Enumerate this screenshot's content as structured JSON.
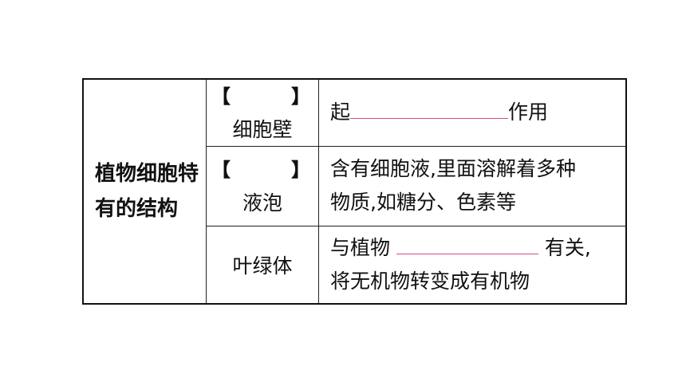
{
  "section_label": "植物细胞特有的结构",
  "rows": [
    {
      "bracket_left": "【",
      "bracket_right": "】",
      "organelle": "细胞壁",
      "func_before": "起",
      "func_after": "作用"
    },
    {
      "bracket_left": "【",
      "bracket_right": "】",
      "organelle": "液泡",
      "func_line1": "含有细胞液,里面溶解着多种",
      "func_line2": "物质,如糖分、色素等"
    },
    {
      "organelle": "叶绿体",
      "func_before": "与植物",
      "func_after": "有关,",
      "func_line2": "将无机物转变成有机物"
    }
  ],
  "colors": {
    "blank_line": "#d64a8a"
  }
}
